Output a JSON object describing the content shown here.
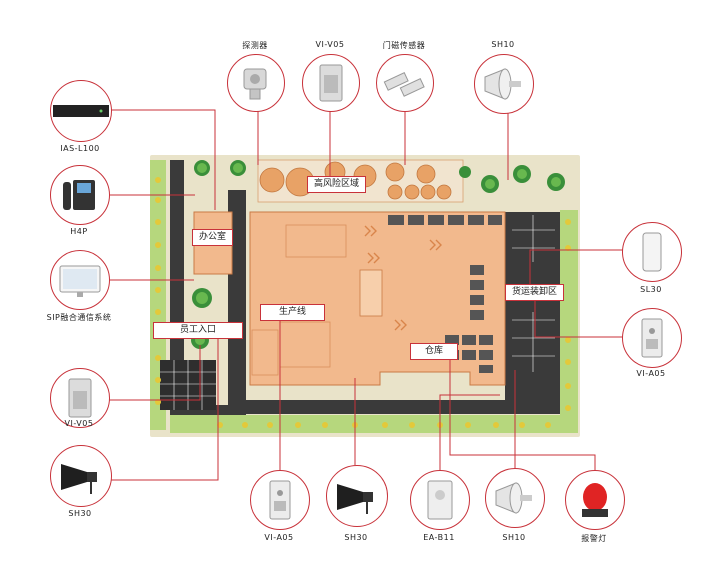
{
  "zones": {
    "high_risk": "高风险区域",
    "office": "办公室",
    "staff_entrance": "员工入口",
    "production": "生产线",
    "warehouse": "仓库",
    "loading": "货运装卸区"
  },
  "devices": {
    "detector": "探测器",
    "vi_v05_top": "VI-V05",
    "door_sensor": "门磁传感器",
    "sh10_top": "SH10",
    "ias": "IAS-L100",
    "h4p": "H4P",
    "sip": "SIP融合通信系统",
    "vi_v05_left": "VI-V05",
    "sh30_left": "SH30",
    "sl30": "SL30",
    "vi_a05_right": "VI-A05",
    "vi_a05_bottom": "VI-A05",
    "sh30_bottom": "SH30",
    "ea_b11": "EA-B11",
    "sh10_bottom": "SH10",
    "alarm_light": "报警灯"
  },
  "colors": {
    "line": "#c8323a",
    "site": "#e9e3c9",
    "building": "#f2b98d",
    "road": "#3a3a3a",
    "grass": "#9fce6a"
  }
}
